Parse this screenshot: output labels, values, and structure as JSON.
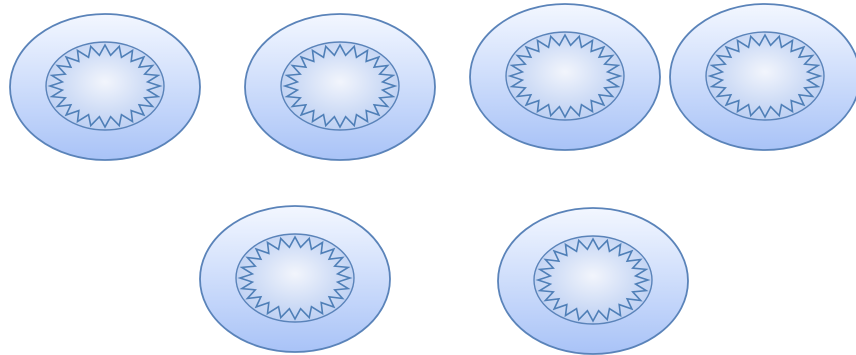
{
  "diagram": {
    "shapes": [
      {
        "kind": "oval-with-starburst-center"
      },
      {
        "kind": "oval-with-starburst-center"
      },
      {
        "kind": "oval-with-starburst-center"
      },
      {
        "kind": "oval-with-starburst-center"
      },
      {
        "kind": "oval-with-starburst-center"
      },
      {
        "kind": "oval-with-starburst-center"
      }
    ]
  },
  "colors": {
    "outer_fill_top": "#f3f7ff",
    "outer_fill_bottom": "#a9c3f7",
    "outline": "#5a83b9",
    "inner_fill_center": "#f2f5fc",
    "inner_fill_edge": "#b9cdf2",
    "starburst_stroke": "#4f7fb7",
    "background": "#ffffff"
  },
  "icons": {
    "shape_icon": "oval-icon",
    "burst_icon": "starburst-icon"
  }
}
